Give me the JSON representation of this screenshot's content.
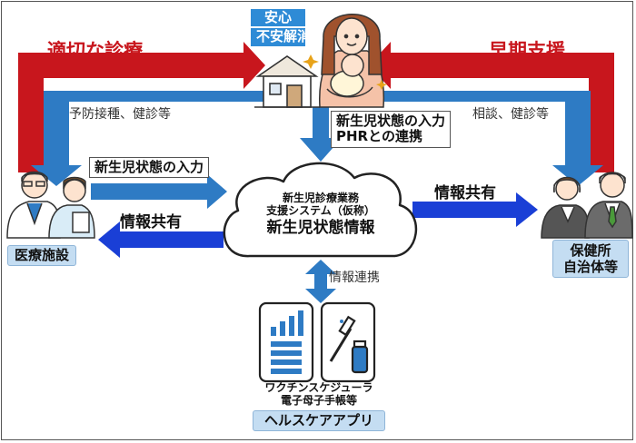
{
  "labels": {
    "relief": "安心",
    "anxiety": "不安解消",
    "proper_care": "適切な診療",
    "early_support": "早期支援",
    "vaccination": "予防接種、健診等",
    "consult": "相談、健診等",
    "newborn_input_top": "新生児状態の入力",
    "phr_link": "PHRとの連携",
    "newborn_input_left": "新生児状態の入力",
    "info_share_left": "情報共有",
    "info_share_right": "情報共有",
    "info_link": "情報連携",
    "medical": "医療施設",
    "health_center_1": "保健所",
    "health_center_2": "自治体等",
    "system_1": "新生児診療業務",
    "system_2": "支援システム（仮称）",
    "system_main": "新生児状態情報",
    "app_desc_1": "ワクチンスケジューラ",
    "app_desc_2": "電子母子手帳等",
    "health_app": "ヘルスケアアプリ"
  },
  "colors": {
    "red_arrow": "#c8161d",
    "blue_arrow": "#2e7bc4",
    "bright_blue_arrow": "#1a3fd6",
    "tag_blue": "#2e8bd6",
    "tag_light": "#c4ddf2"
  },
  "icons": [
    "house-icon",
    "mother-baby-icon",
    "doctor-icon",
    "nurse-icon",
    "official-woman-icon",
    "official-man-icon",
    "cloud-icon",
    "phone-chart-icon",
    "phone-vaccine-icon",
    "sparkle-icon"
  ]
}
